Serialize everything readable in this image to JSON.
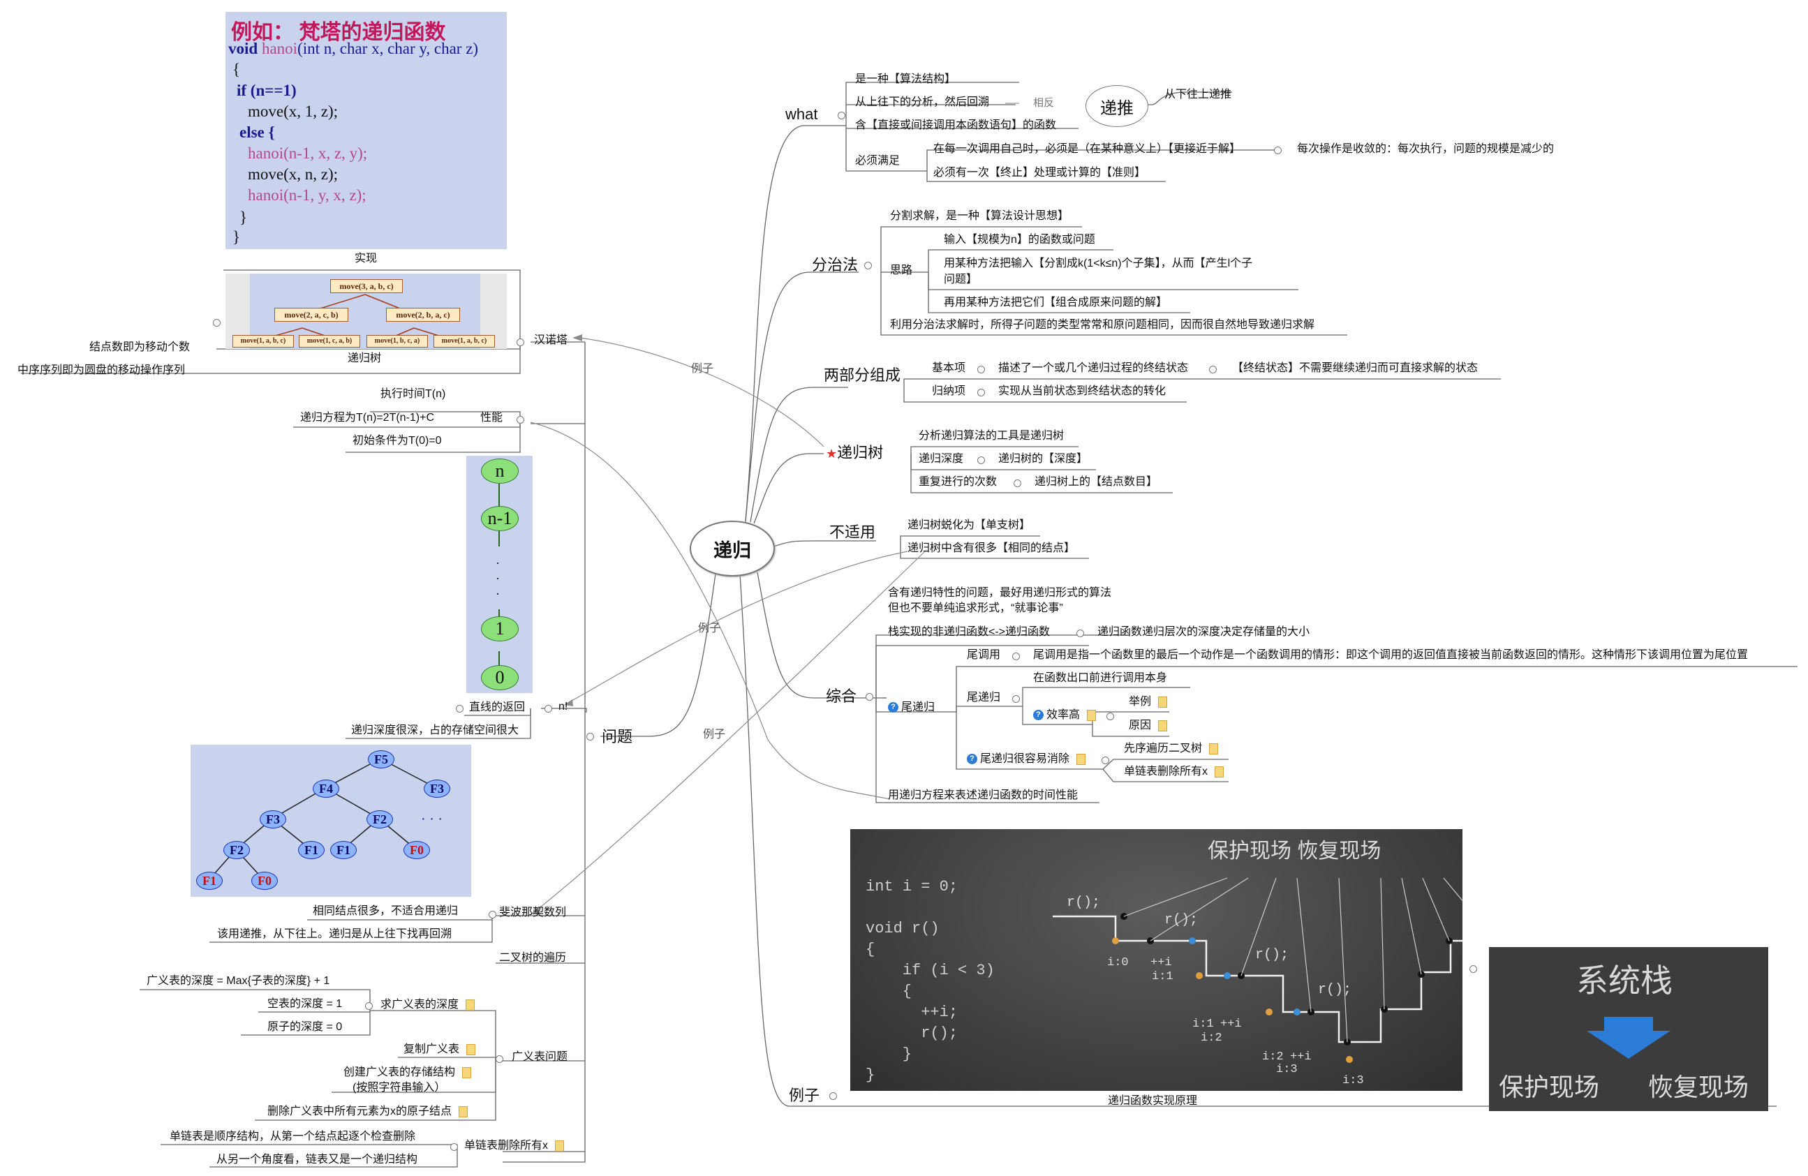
{
  "root": "递归",
  "what": {
    "title": "what",
    "items": [
      "是一种【算法结构】",
      "从上往下的分析，然后回溯",
      "含【直接或间接调用本函数语句】的函数",
      "必须满足"
    ],
    "opposite": "相反",
    "recurrence": "递推",
    "recurrence_note": "从下往上递推",
    "must1": "在每一次调用自己时，必须是（在某种意义上）【更接近于解】",
    "must1_note": "每次操作是收敛的：每次执行，问题的规模是减少的",
    "must2": "必须有一次【终止】处理或计算的【准则】"
  },
  "dc": {
    "title": "分治法",
    "item1": "分割求解，是一种【算法设计思想】",
    "idea": "思路",
    "idea1": "输入【规模为n】的函数或问题",
    "idea2a": "用某种方法把输入【分割成k(1<k≤n)个子集】，从而【产生l个子",
    "idea2b": "问题】",
    "idea3": "再用某种方法把它们【组合成原来问题的解】",
    "item2": "利用分治法求解时，所得子问题的类型常常和原问题相同，因而很自然地导致递归求解"
  },
  "parts": {
    "title": "两部分组成",
    "base": "基本项",
    "base_desc": "描述了一个或几个递归过程的终结状态",
    "base_note": "【终结状态】不需要继续递归而可直接求解的状态",
    "induct": "归纳项",
    "induct_desc": "实现从当前状态到终结状态的转化"
  },
  "tree": {
    "title": "递归树",
    "t1": "分析递归算法的工具是递归树",
    "depth": "递归深度",
    "depth_desc": "递归树的【深度】",
    "times": "重复进行的次数",
    "times_desc": "递归树上的【结点数目】"
  },
  "unfit": {
    "title": "不适用",
    "u1": "递归树蜕化为【单支树】",
    "u2": "递归树中含有很多【相同的结点】"
  },
  "comp": {
    "title": "综合",
    "c1a": "含有递归特性的问题，最好用递归形式的算法",
    "c1b": "但也不要单纯追求形式，“就事论事”",
    "stack": "栈实现的非递归函数<->递归函数",
    "stack_desc": "递归函数递归层次的深度决定存储量的大小",
    "tail": "尾递归",
    "tailcall": "尾调用",
    "tailcall_desc": "尾调用是指一个函数里的最后一个动作是一个函数调用的情形：即这个调用的返回值直接被当前函数返回的情形。这种情形下该调用位置为尾位置",
    "tailrec": "尾递归",
    "tailrec1": "在函数出口前进行调用本身",
    "eff": "效率高",
    "eff_ex": "举例",
    "eff_reason": "原因",
    "elim": "尾递归很容易消除",
    "elim1": "先序遍历二叉树",
    "elim2": "单链表删除所有x",
    "c_last": "用递归方程来表述递归函数的时间性能"
  },
  "example": {
    "title": "例子",
    "caption": "递归函数实现原理",
    "stack_title": "系统栈",
    "stack_l": "保护现场",
    "stack_r": "恢复现场",
    "diagram_top": "保护现场  恢复现场",
    "code": [
      "int i = 0;",
      "",
      "void r()",
      "{",
      "    if (i < 3)",
      "    {",
      "      ++i;",
      "      r();",
      "    }",
      "}"
    ],
    "rlabels": [
      "r();",
      "r();",
      "r();",
      "r();"
    ],
    "ilabels": [
      "i:0",
      "++i",
      "i:1",
      "i:1",
      "++i",
      "i:2",
      "i:2",
      "++i",
      "i:3",
      "i:3"
    ]
  },
  "edge_labels": [
    "例子",
    "例子",
    "例子"
  ],
  "problems": {
    "title": "问题",
    "hanoi": "汉诺塔",
    "impl": "实现",
    "tree_cap": "递归树",
    "node_cnt": "结点数即为移动个数",
    "inorder": "中序序列即为圆盘的移动操作序列",
    "perf": "性能",
    "exec": "执行时间T(n)",
    "eq": "递归方程为T(n)=2T(n-1)+C",
    "init": "初始条件为T(0)=0",
    "fact": "n!",
    "straight": "直线的返回",
    "deep": "递归深度很深，占的存储空间很大",
    "fib": "斐波那契数列",
    "fib1": "相同结点很多，不适合用递归",
    "fib2": "该用递推，从下往上。递归是从上往下找再回溯",
    "bintree": "二叉树的遍历",
    "glist": "广义表问题",
    "gdepth": "求广义表的深度",
    "gd1": "广义表的深度 = Max{子表的深度} + 1",
    "gd2": "空表的深度 = 1",
    "gd3": "原子的深度 = 0",
    "gcopy": "复制广义表",
    "gcreate1": "创建广义表的存储结构",
    "gcreate2": "(按照字符串输入）",
    "gdel": "删除广义表中所有元素为x的原子结点",
    "sll": "单链表删除所有x",
    "sll1": "单链表是顺序结构，从第一个结点起逐个检查删除",
    "sll2": "从另一个角度看，链表又是一个递归结构"
  },
  "hanoi_code": {
    "title": "例如：  梵塔的递归函数",
    "void": "void",
    "fn": "hanoi",
    "sig": "(int n, char x, char y, char z)",
    "lines": [
      "{",
      "if (n==1)",
      "move(x, 1, z);",
      "else {",
      "hanoi(n-1, x, z, y);",
      "move(x, n, z);",
      "hanoi(n-1, y, x, z);",
      "}",
      "}"
    ]
  },
  "hanoi_tree": [
    "move(3, a, b, c)",
    "move(2, a, c, b)",
    "move(2, b, a, c)",
    "move(1, a, b, c)",
    "move(1, c, a, b)",
    "move(1, b, c, a)",
    "move(1, a, b, c)"
  ],
  "fact_nodes": [
    "n",
    "n-1",
    "·",
    "·",
    "·",
    "1",
    "0"
  ],
  "fib_nodes": [
    "F5",
    "F4",
    "F3",
    "F3",
    "F2",
    "F2",
    "F1",
    "F1",
    "F1",
    "F0",
    "F0"
  ],
  "fib_dots": "· · ·",
  "colors": {
    "line": "#555555",
    "star": "#e03030",
    "accent": "#2a7cd6"
  }
}
